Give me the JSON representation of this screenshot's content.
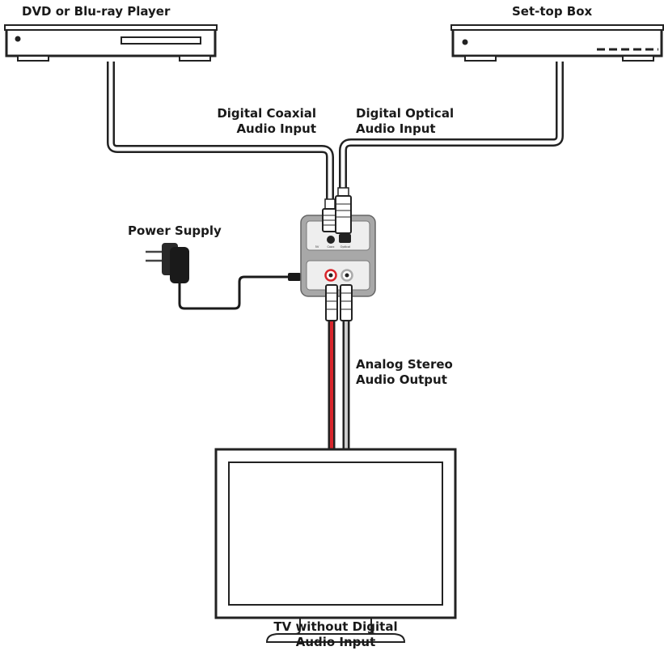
{
  "labels": {
    "dvd_player": "DVD or Blu-ray Player",
    "settop_box": "Set-top Box",
    "coaxial_input": [
      "Digital Coaxial",
      "Audio Input"
    ],
    "optical_input": [
      "Digital Optical",
      "Audio Input"
    ],
    "power_supply": "Power Supply",
    "analog_output": [
      "Analog Stereo",
      "Audio Output"
    ],
    "tv": [
      "TV without Digital",
      "Audio Input"
    ]
  },
  "converter": {
    "top_port_labels": [
      "5V",
      "Coax",
      "Optical"
    ]
  },
  "colors": {
    "outline": "#222222",
    "cable_gray": "#cccccc",
    "red_cable": "#d8262c",
    "device_fill": "#ffffff",
    "converter_body": "#a8a8a8",
    "panel_fill": "#eeeeee"
  }
}
